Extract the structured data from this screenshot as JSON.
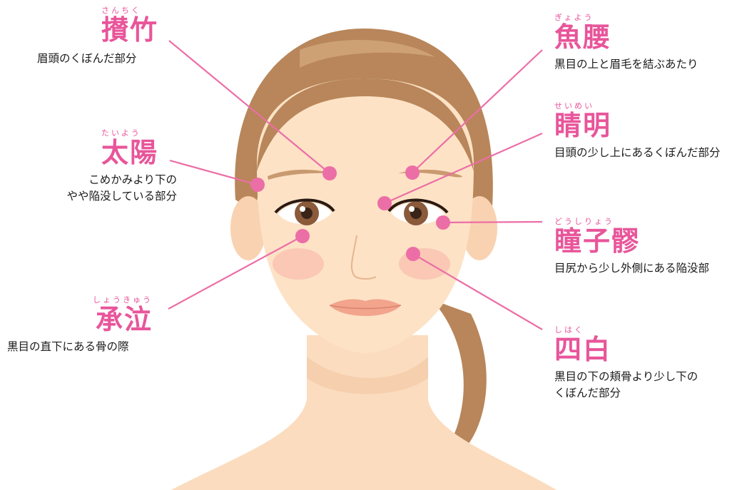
{
  "colors": {
    "accent": "#e8559a",
    "text": "#1a1a1a",
    "skin": "#fbdcbe",
    "hair": "#b8865a"
  },
  "points": [
    {
      "id": "sanchiku",
      "ruby": "さんちく",
      "name": "攅竹",
      "desc": "眉頭のくぼんだ部分"
    },
    {
      "id": "taiyou",
      "ruby": "たいよう",
      "name": "太陽",
      "desc": "こめかみより下の\nやや陥没している部分"
    },
    {
      "id": "shoukyuu",
      "ruby": "しょうきゅう",
      "name": "承泣",
      "desc": "黒目の直下にある骨の際"
    },
    {
      "id": "gyoyou",
      "ruby": "ぎょよう",
      "name": "魚腰",
      "desc": "黒目の上と眉毛を結ぶあたり"
    },
    {
      "id": "seimei",
      "ruby": "せいめい",
      "name": "睛明",
      "desc": "目頭の少し上にあるくぼんだ部分"
    },
    {
      "id": "doushiryou",
      "ruby": "どうしりょう",
      "name": "瞳子髎",
      "desc": "目尻から少し外側にある陥没部"
    },
    {
      "id": "shihaku",
      "ruby": "しはく",
      "name": "四白",
      "desc": "黒目の下の頬骨より少し下の\nくぼんだ部分"
    }
  ]
}
